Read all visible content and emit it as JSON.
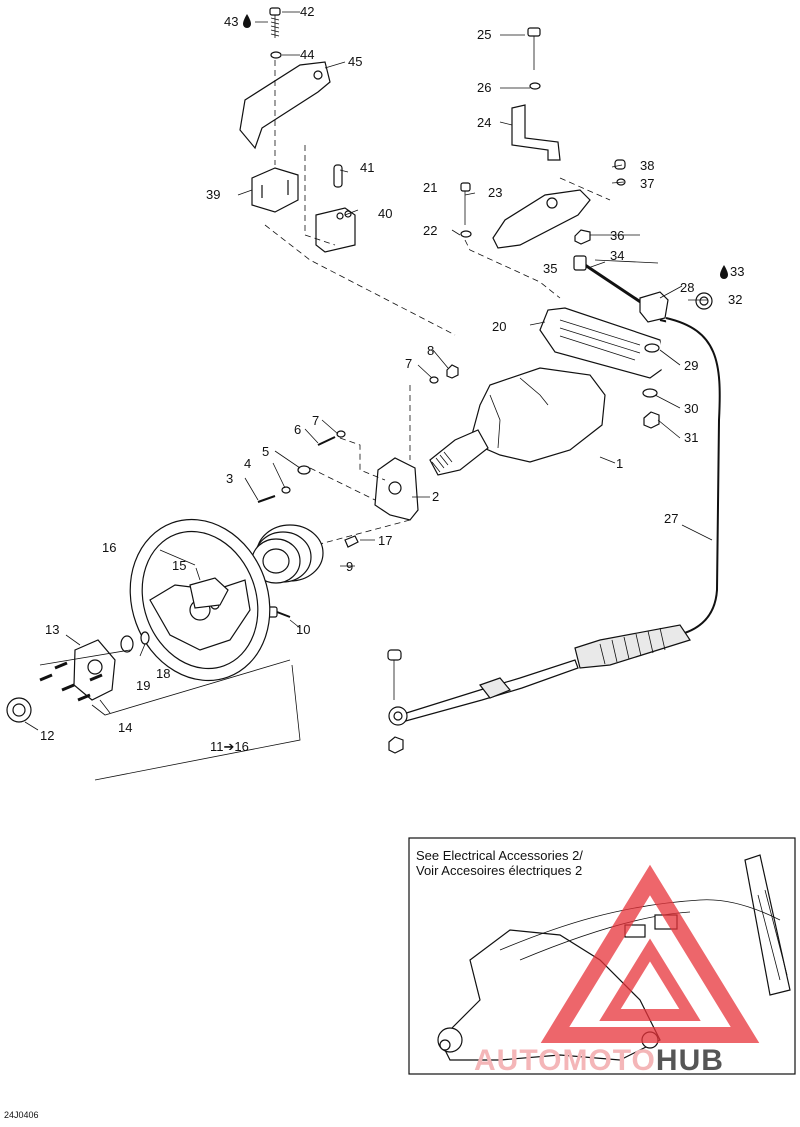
{
  "callouts": {
    "c1": "1",
    "c2": "2",
    "c3": "3",
    "c4": "4",
    "c5": "5",
    "c6": "6",
    "c7a": "7",
    "c7b": "7",
    "c8": "8",
    "c9": "9",
    "c10": "10",
    "c11_16": "11➔16",
    "c12": "12",
    "c13": "13",
    "c14": "14",
    "c15": "15",
    "c16": "16",
    "c17": "17",
    "c18": "18",
    "c19": "19",
    "c20": "20",
    "c21": "21",
    "c22": "22",
    "c23": "23",
    "c24": "24",
    "c25": "25",
    "c26": "26",
    "c27": "27",
    "c28": "28",
    "c29": "29",
    "c30": "30",
    "c31": "31",
    "c32": "32",
    "c33": "33",
    "c34": "34",
    "c35": "35",
    "c36": "36",
    "c37": "37",
    "c38": "38",
    "c39": "39",
    "c40": "40",
    "c41": "41",
    "c42": "42",
    "c43": "43",
    "c44": "44",
    "c45": "45"
  },
  "inset": {
    "line1": "See Electrical Accessories 2/",
    "line2": "Voir Accesoires électriques 2"
  },
  "watermark": {
    "part1": "AUTOMOTO",
    "part2": "HUB"
  },
  "reference_code": "24J0406",
  "icons": [
    "loctite-drop-icon"
  ],
  "colors": {
    "watermark": "#e8333a",
    "ink": "#111111"
  }
}
